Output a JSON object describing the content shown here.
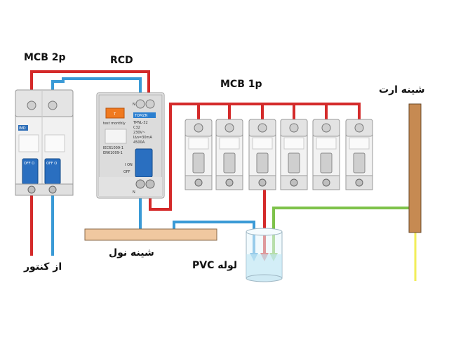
{
  "labels": {
    "mcb2p": "MCB 2p",
    "rcd": "RCD",
    "mcb1p": "MCB 1p",
    "earth_bus": "شینه ارت",
    "neutral_bus": "شینه نول",
    "from_meter": "از کنتور",
    "pvc_pipe": "لوله PVC"
  },
  "mcb2p_device": {
    "brand": "IMD",
    "switch_left": "OFF O",
    "switch_right": "OFF O"
  },
  "rcd_device": {
    "brand": "TOMZN",
    "model": "TPNL-32",
    "rating": "C32",
    "spec_1": "230V~",
    "spec_2": "I∆n=30mA",
    "spec_3": "4500A",
    "test_note": "test monthly",
    "terminal_n_top": "N",
    "terminal_n_bottom": "N",
    "btn_t": "T",
    "on_mark": "I ON",
    "off_mark": "OFF",
    "std_1": "IEC61009-1",
    "std_2": "EN61009-1"
  },
  "colors": {
    "phase": "#d42a2a",
    "neutral": "#3a9ad6",
    "earth": "#7ec24a",
    "earth_rod": "#f2ee5a",
    "busbar": "#c68a52",
    "neutral_bar": "#f0c8a0"
  }
}
